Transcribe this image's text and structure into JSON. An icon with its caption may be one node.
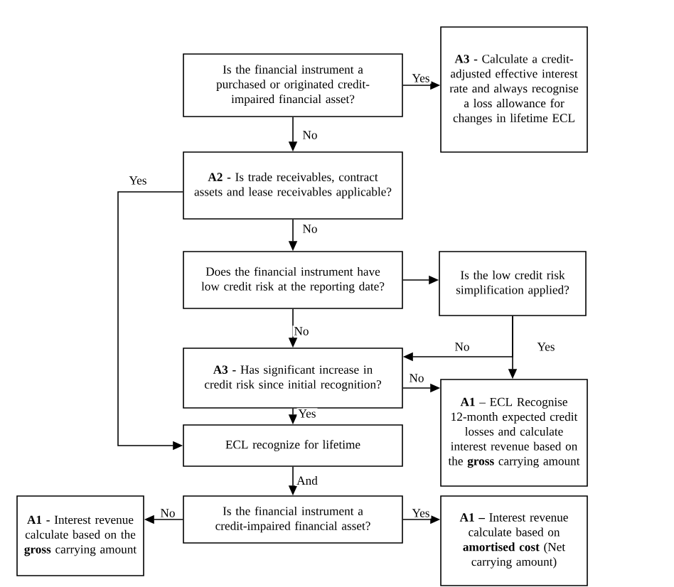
{
  "diagram": {
    "nodes": [
      {
        "text": [
          "Is the financial instrument a purchased or originated credit-impaired financial asset?"
        ]
      },
      {
        "text": [
          "**A3 -** Calculate a credit-adjusted effective interest rate and always recognise a loss allowance for changes in lifetime ECL"
        ]
      },
      {
        "text": [
          "**A2 -** Is trade receivables, contract assets and lease receivables applicable?"
        ]
      },
      {
        "text": [
          "Does the financial instrument have low credit risk at the reporting date?"
        ]
      },
      {
        "text": [
          "Is the low credit risk simplification applied?"
        ]
      },
      {
        "text": [
          "**A3 -** Has significant increase in credit risk since initial recognition?"
        ]
      },
      {
        "text": [
          "**A1** – ECL Recognise 12-month expected credit losses and calculate interest revenue based on the **gross** carrying amount"
        ]
      },
      {
        "text": [
          "ECL recognize for lifetime"
        ]
      },
      {
        "text": [
          "Is the financial instrument a credit-impaired financial asset?"
        ]
      },
      {
        "text": [
          "**A1 -** Interest revenue calculate based on the **gross** carrying amount"
        ]
      },
      {
        "text": [
          "**A1 –** Interest revenue calculate based on **amortised cost** (Net carrying amount)"
        ]
      }
    ],
    "edges": [
      {
        "from": 0,
        "to": 1,
        "arrow": "to",
        "label": "Yes"
      },
      {
        "from": 0,
        "to": 2,
        "arrow": "to",
        "label": "No"
      },
      {
        "from": 2,
        "to": 7,
        "arrow": "to",
        "label": "Yes"
      },
      {
        "from": 2,
        "to": 3,
        "arrow": "to",
        "label": "No"
      },
      {
        "from": 3,
        "to": 4,
        "arrow": "to"
      },
      {
        "from": 3,
        "to": 5,
        "arrow": "to",
        "label": "No"
      },
      {
        "from": 4,
        "to": 5,
        "arrow": "to",
        "label": "No"
      },
      {
        "from": 4,
        "to": 6,
        "arrow": "to",
        "label": "Yes"
      },
      {
        "from": 5,
        "to": 6,
        "arrow": "to",
        "label": "No"
      },
      {
        "from": 5,
        "to": 7,
        "arrow": "to",
        "label": "Yes"
      },
      {
        "from": 7,
        "to": 8,
        "arrow": "to",
        "label": "And"
      },
      {
        "from": 8,
        "to": 9,
        "arrow": "to",
        "label": "No"
      },
      {
        "from": 8,
        "to": 10,
        "arrow": "to",
        "label": "Yes"
      }
    ]
  }
}
